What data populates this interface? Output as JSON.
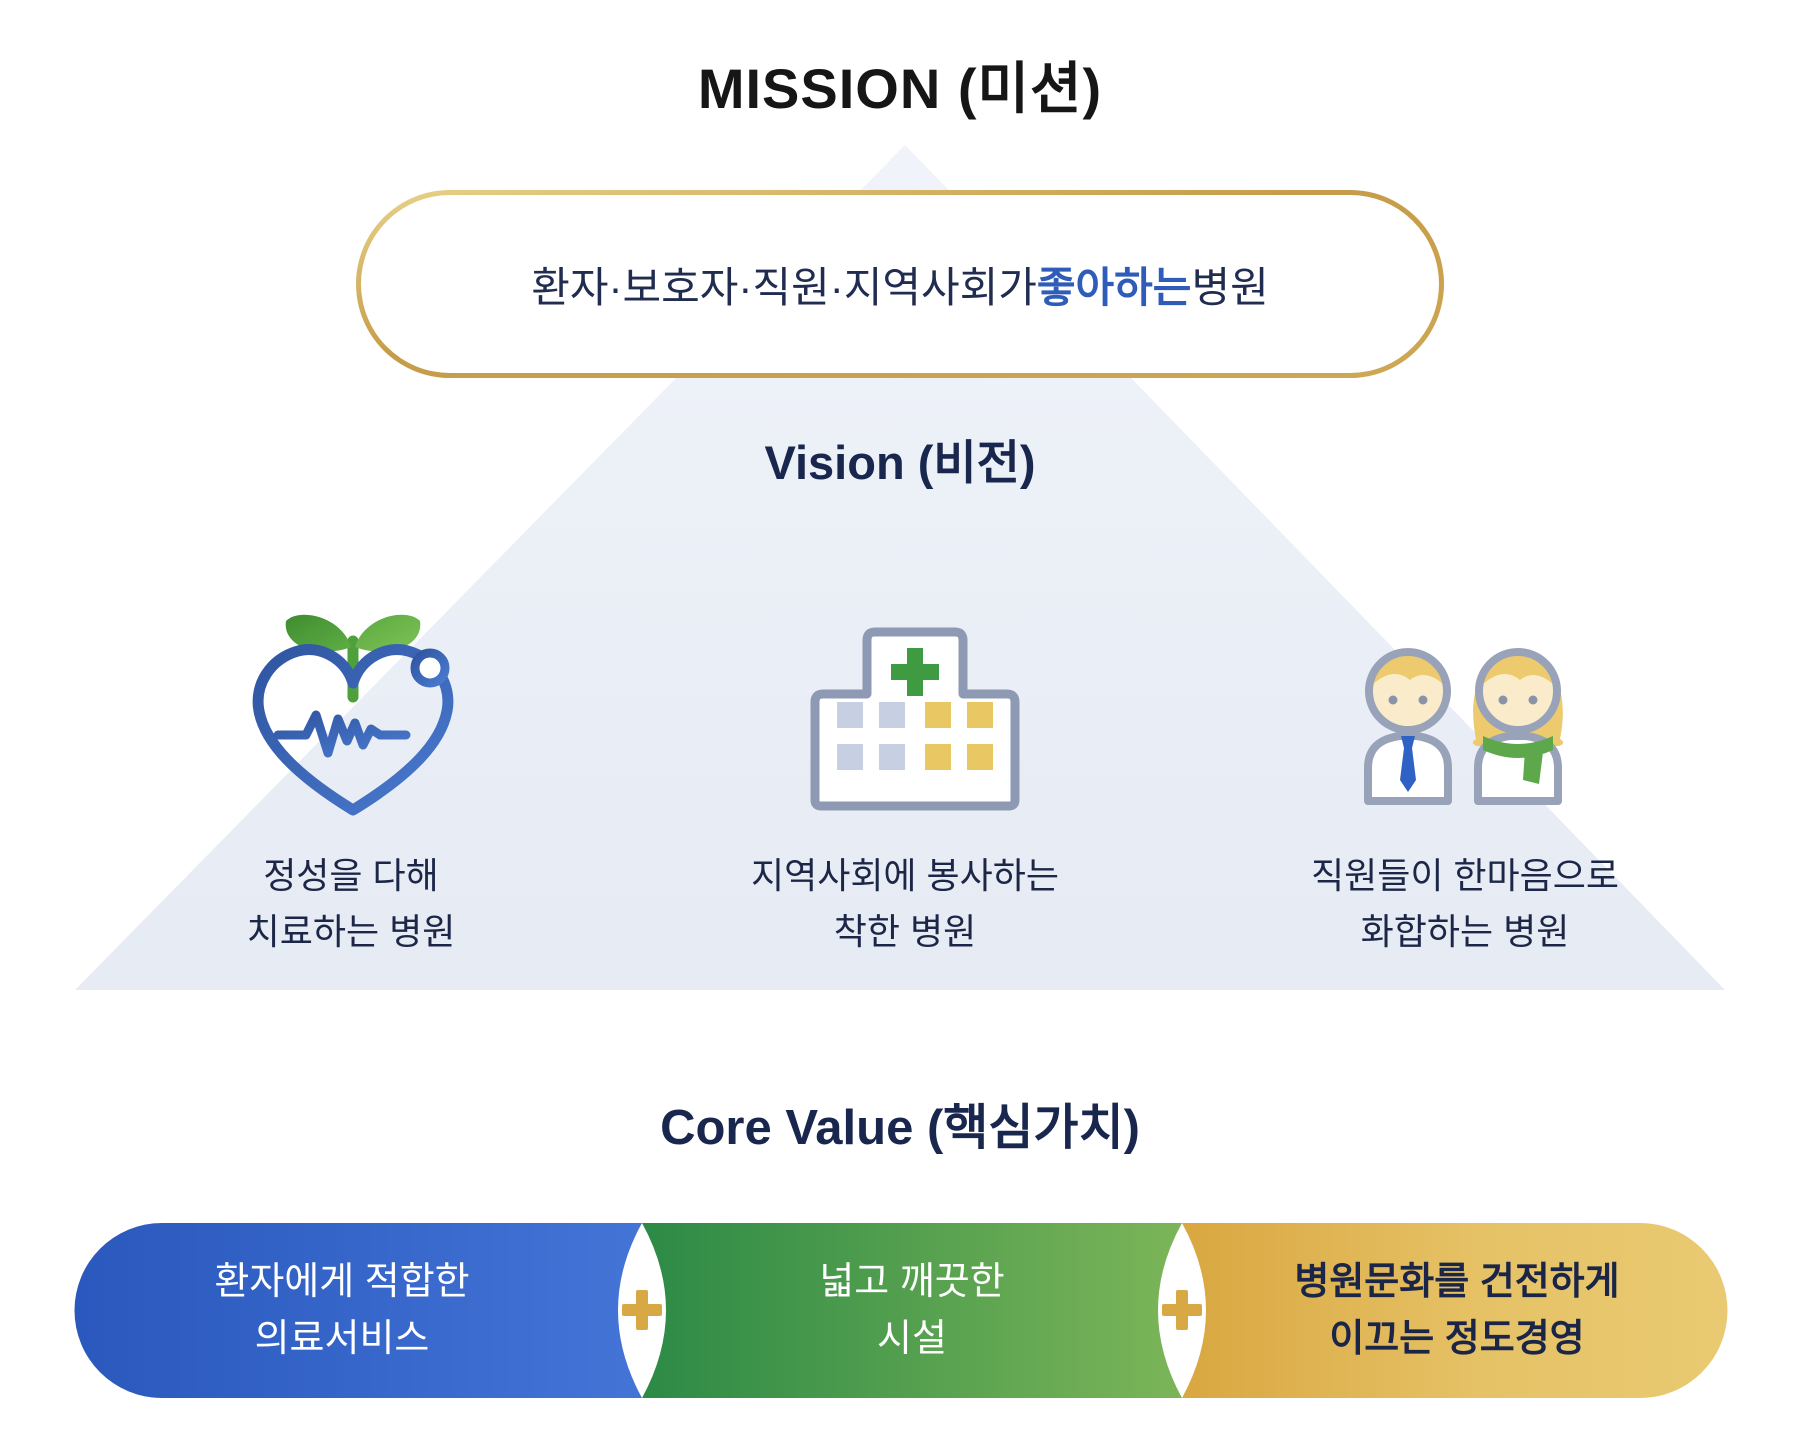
{
  "mission": {
    "title": "MISSION (미션)",
    "statement_prefix": "환자·보호자·직원·지역사회가 ",
    "statement_highlight": "좋아하는",
    "statement_suffix": " 병원"
  },
  "vision": {
    "title": "Vision (비전)",
    "items": [
      {
        "icon": "heart-ekg-sprout-icon",
        "caption": "정성을 다해\n치료하는 병원"
      },
      {
        "icon": "hospital-building-icon",
        "caption": "지역사회에 봉사하는\n착한 병원"
      },
      {
        "icon": "staff-people-icon",
        "caption": "직원들이 한마음으로\n화합하는 병원"
      }
    ]
  },
  "core_value": {
    "title": "Core Value (핵심가치)",
    "connector": "+",
    "items": [
      {
        "label": "환자에게 적합한\n의료서비스",
        "color_name": "blue",
        "gradient": [
          "#2a58bd",
          "#4374d6"
        ],
        "text_color": "#ffffff"
      },
      {
        "label": "넓고 깨끗한\n시설",
        "color_name": "green",
        "gradient": [
          "#2c8a46",
          "#7cb558"
        ],
        "text_color": "#ffffff"
      },
      {
        "label": "병원문화를 건전하게\n이끄는 정도경영",
        "color_name": "gold",
        "gradient": [
          "#d9a741",
          "#e9ca72"
        ],
        "text_color": "#1a2547"
      }
    ]
  },
  "colors": {
    "triangle_fill": "#e9edf6",
    "gold_border": "#c9a556",
    "highlight_blue": "#2e5cb8",
    "plus_gold": "#d8a844",
    "icon_blue": "#3b66c0",
    "icon_green": "#4c9a38",
    "icon_gray": "#98a2b8"
  }
}
